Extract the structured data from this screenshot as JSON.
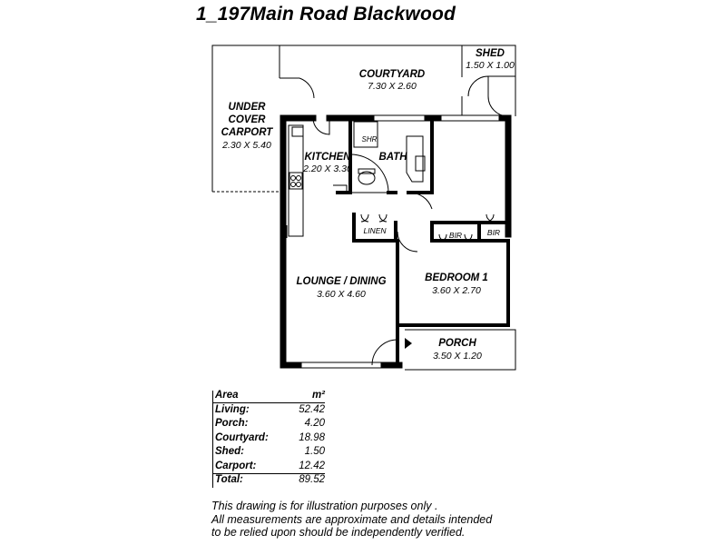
{
  "title": "1_197Main Road Blackwood",
  "rooms": {
    "courtyard": {
      "name": "COURTYARD",
      "dims": "7.30 X 2.60"
    },
    "shed": {
      "name": "SHED",
      "dims": "1.50 X 1.00"
    },
    "carport": {
      "name_line1": "UNDER",
      "name_line2": "COVER",
      "name_line3": "CARPORT",
      "dims": "2.30 X 5.40"
    },
    "kitchen": {
      "name": "KITCHEN",
      "dims": "2.20 X 3.30"
    },
    "bath": {
      "name": "BATH"
    },
    "shr": {
      "name": "SHR"
    },
    "linen": {
      "name": "LINEN"
    },
    "bir1": {
      "name": "BIR"
    },
    "bir2": {
      "name": "BIR"
    },
    "lounge": {
      "name": "LOUNGE / DINING",
      "dims": "3.60 X 4.60"
    },
    "bedroom": {
      "name": "BEDROOM 1",
      "dims": "3.60 X 2.70"
    },
    "porch": {
      "name": "PORCH",
      "dims": "3.50 X 1.20"
    }
  },
  "area_table": {
    "header_label": "Area",
    "header_unit": "m²",
    "rows": [
      {
        "label": "Living:",
        "value": "52.42"
      },
      {
        "label": "Porch:",
        "value": "4.20"
      },
      {
        "label": "Courtyard:",
        "value": "18.98"
      },
      {
        "label": "Shed:",
        "value": "1.50"
      },
      {
        "label": "Carport:",
        "value": "12.42"
      }
    ],
    "total_label": "Total:",
    "total_value": "89.52"
  },
  "disclaimer": {
    "line1": "This drawing is for illustration purposes only .",
    "line2": "All measurements are approximate and details intended",
    "line3": "to be relied upon should be independently verified."
  }
}
